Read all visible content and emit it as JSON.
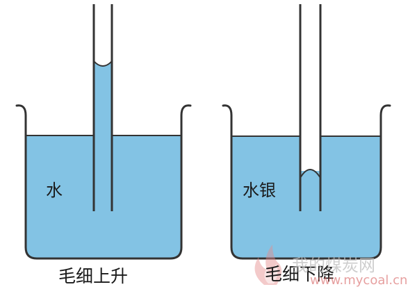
{
  "colors": {
    "water": "#83c3e4",
    "outline": "#333333",
    "background": "#ffffff",
    "watermark": "#bdbdbd",
    "watermark_url": "#d25050"
  },
  "left_beaker": {
    "liquid_label": "水",
    "caption": "毛细上升"
  },
  "right_beaker": {
    "liquid_label": "水银",
    "caption": "毛细下降"
  },
  "watermark": {
    "site_name": "我的煤炭网",
    "url": "www.mycoal.cn"
  }
}
